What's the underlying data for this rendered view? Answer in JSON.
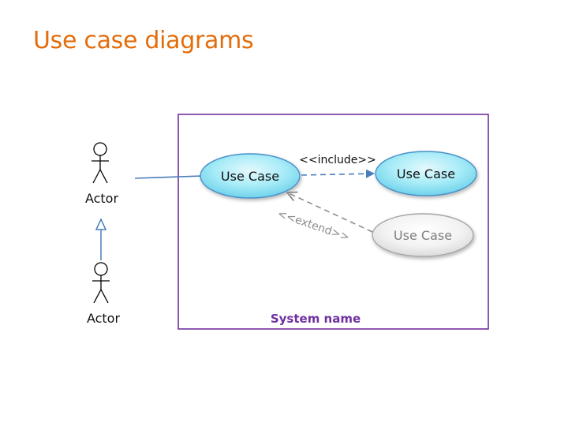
{
  "slide": {
    "title": "Use case diagrams"
  },
  "diagram": {
    "system": {
      "name": "System name",
      "border_color": "#7030a0"
    },
    "actors": [
      {
        "id": "actor-top",
        "label": "Actor"
      },
      {
        "id": "actor-bottom",
        "label": "Actor"
      }
    ],
    "use_cases": [
      {
        "id": "uc-main",
        "label": "Use Case",
        "style": "active",
        "fill": "#9be6f4",
        "stroke": "#4a90c8"
      },
      {
        "id": "uc-included",
        "label": "Use Case",
        "style": "active",
        "fill": "#9be6f4",
        "stroke": "#4a90c8"
      },
      {
        "id": "uc-extending",
        "label": "Use Case",
        "style": "muted",
        "fill": "#f2f2f2",
        "stroke": "#a6a6a6"
      }
    ],
    "relations": [
      {
        "type": "association",
        "from": "actor-top",
        "to": "uc-main"
      },
      {
        "type": "generalization",
        "from": "actor-bottom",
        "to": "actor-top"
      },
      {
        "type": "include",
        "from": "uc-main",
        "to": "uc-included",
        "label": "<<include>>"
      },
      {
        "type": "extend",
        "from": "uc-extending",
        "to": "uc-main",
        "label": "<<extend>>"
      }
    ]
  }
}
